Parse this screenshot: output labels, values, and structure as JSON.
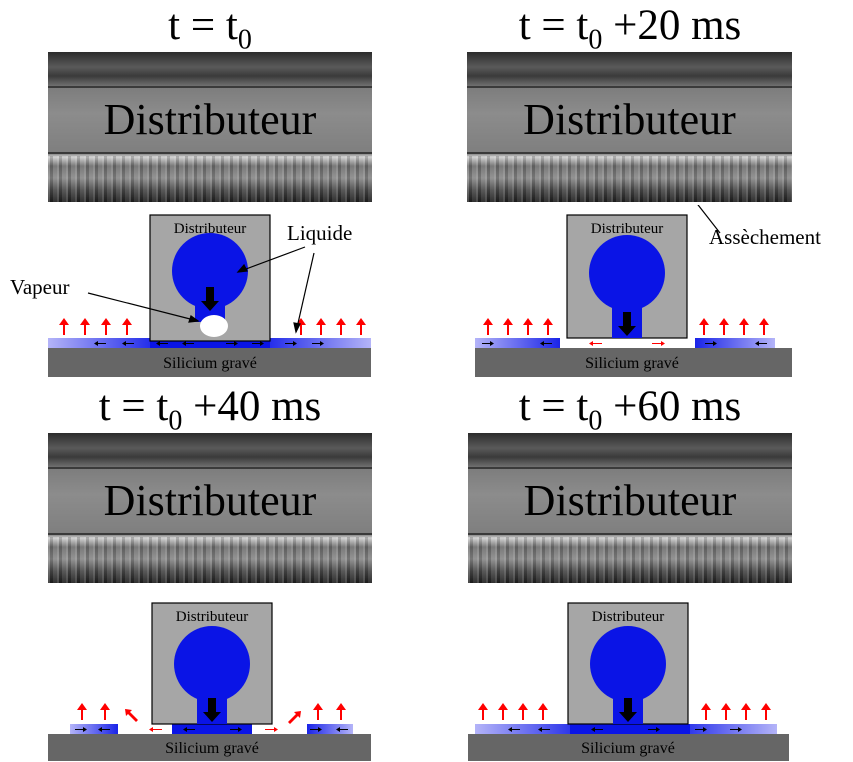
{
  "panels": [
    {
      "title_main": "t = t",
      "title_sub": "0",
      "title_suffix": "",
      "photo_label": "Distributeur",
      "box_label": "Distributeur",
      "substrate_label": "Silicium gravé"
    },
    {
      "title_main": "t = t",
      "title_sub": "0",
      "title_suffix": " +20 ms",
      "photo_label": "Distributeur",
      "box_label": "Distributeur",
      "substrate_label": "Silicium gravé"
    },
    {
      "title_main": "t = t",
      "title_sub": "0",
      "title_suffix": " +40 ms",
      "photo_label": "Distributeur",
      "box_label": "Distributeur",
      "substrate_label": "Silicium gravé"
    },
    {
      "title_main": "t = t",
      "title_sub": "0",
      "title_suffix": " +60 ms",
      "photo_label": "Distributeur",
      "box_label": "Distributeur",
      "substrate_label": "Silicium gravé"
    }
  ],
  "annotations": {
    "liquide": "Liquide",
    "vapeur": "Vapeur",
    "assechement": "Assèchement"
  },
  "colors": {
    "liquid": "#0a14e6",
    "distributor": "#a6a6a6",
    "substrate": "#666666",
    "film": "#8c8cf0",
    "arrow_red": "#ff0000",
    "arrow_black": "#000000"
  }
}
